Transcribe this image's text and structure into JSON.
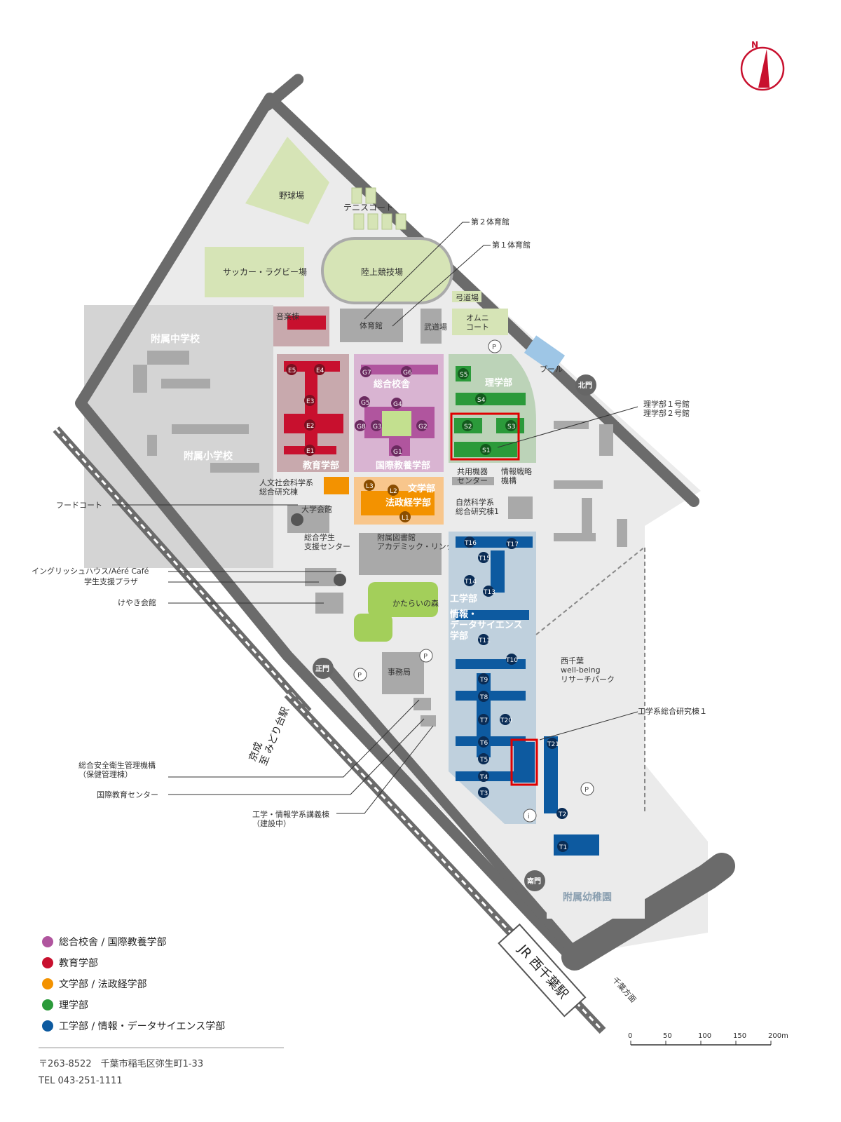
{
  "compass": {
    "north": "N"
  },
  "labels": {
    "baseball": "野球場",
    "tennis": "テニスコート",
    "soccer": "サッカー・ラグビー場",
    "track": "陸上競技場",
    "gym2": "第２体育館",
    "gym1": "第１体育館",
    "gym": "体育館",
    "budo": "武道場",
    "kyudo": "弓道場",
    "omni": "オムニ\nコート",
    "pool": "プール",
    "music": "音楽棟",
    "jhs": "附属中学校",
    "es": "附属小学校",
    "education": "教育学部",
    "sogo": "総合校舎",
    "kokusai": "国際教養学部",
    "science": "理学部",
    "bun": "文学部",
    "hosei": "法政経学部",
    "jinbun": "人文社会科学系\n総合研究棟",
    "kyoyo": "共用機器\nセンター",
    "joho_senryaku": "情報戦略\n機構",
    "shizen": "自然科学系\n総合研究棟1",
    "food": "フードコート",
    "daigaku_kaikan": "大学会館",
    "shien_center": "総合学生\n支援センター",
    "library": "附属図書館\nアカデミック・リンク・センター",
    "english_house": "イングリッシュハウス/Aéré Café",
    "shien_plaza": "学生支援プラザ",
    "keyaki": "けやき会館",
    "forest": "かたらいの森",
    "engineering": "工学部",
    "info_ds": "情報・\nデータサイエンス\n学部",
    "main_gate": "正門",
    "north_gate": "北門",
    "south_gate": "南門",
    "jimukyoku": "事務局",
    "nishichiba_park": "西千葉\nwell-being\nリサーチパーク",
    "kogaku_sogo": "工学系総合研究棟１",
    "rigaku_1_2": "理学部１号館\n理学部２号館",
    "anzen": "総合安全衛生管理機構\n（保健管理棟）",
    "kokusai_kyoiku": "国際教育センター",
    "kogi_to": "工学・情報学系講義棟\n（建設中）",
    "keisei": "京成\n至 みどり台駅",
    "jr": "JR 西千葉駅",
    "chiba_dir": "千葉方面",
    "kindergarten": "附属幼稚園"
  },
  "building_codes": {
    "education": [
      "E1",
      "E2",
      "E3",
      "E4",
      "E5"
    ],
    "sogo": [
      "G1",
      "G2",
      "G3",
      "G4",
      "G5",
      "G6",
      "G7",
      "G8"
    ],
    "science": [
      "S1",
      "S2",
      "S3",
      "S4",
      "S5"
    ],
    "letters": [
      "L1",
      "L2",
      "L3"
    ],
    "engineering": [
      "T1",
      "T2",
      "T3",
      "T4",
      "T5",
      "T6",
      "T7",
      "T8",
      "T9",
      "T10",
      "T11",
      "T13",
      "T14",
      "T15",
      "T16",
      "T17",
      "T20",
      "T21"
    ]
  },
  "legend": [
    {
      "label": "総合校舎 / 国際教養学部",
      "color": "#b0559e"
    },
    {
      "label": "教育学部",
      "color": "#c8102e"
    },
    {
      "label": "文学部 / 法政経学部",
      "color": "#f39200"
    },
    {
      "label": "理学部",
      "color": "#2b9a3a"
    },
    {
      "label": "工学部 / 情報・データサイエンス学部",
      "color": "#0d5aa0"
    }
  ],
  "colors": {
    "road": "#6b6b6b",
    "ground": "#ebebeb",
    "building": "#a9a9a9",
    "education_area": "#c8a9ad",
    "sogo_area": "#d9b4d2",
    "letters_area": "#f8c68c",
    "science_area": "#bcd3b8",
    "engineering_area": "#bfd0dd",
    "field": "#d6e4b6",
    "highlight": "#e00000"
  },
  "scale": {
    "ticks": [
      "0",
      "50",
      "100",
      "150",
      "200"
    ],
    "unit": "m"
  },
  "address": {
    "line1": "〒263-8522　千葉市稲毛区弥生町1-33",
    "line2": "TEL 043-251-1111"
  }
}
